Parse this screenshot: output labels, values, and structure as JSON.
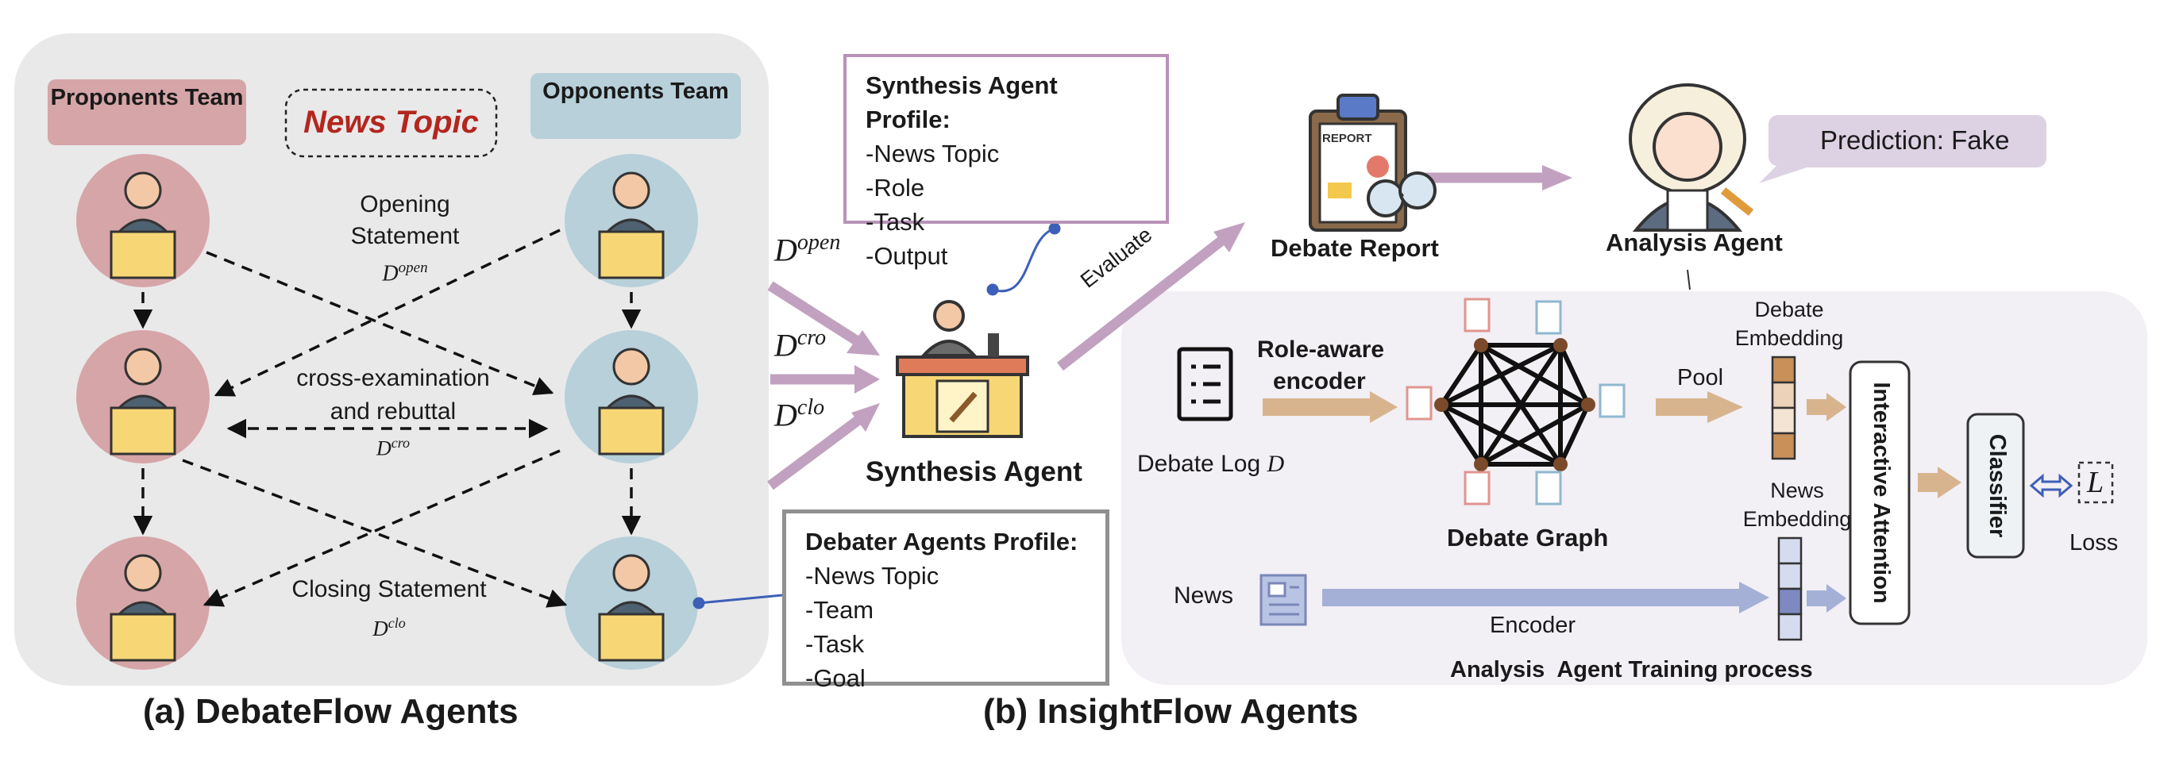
{
  "panel_a": {
    "proponents_team": "Proponents Team",
    "opponents_team": "Opponents Team",
    "news_topic": "News Topic",
    "opening": {
      "line1": "Opening",
      "line2": "Statement",
      "sym": "D",
      "sup": "open"
    },
    "cross": {
      "line1": "cross-examination",
      "line2": "and rebuttal",
      "sym": "D",
      "sup": "cro"
    },
    "closing": {
      "line1": "Closing Statement",
      "sym": "D",
      "sup": "clo"
    },
    "caption": "(a) DebateFlow Agents"
  },
  "flow": {
    "d_open": {
      "sym": "D",
      "sup": "open"
    },
    "d_cro": {
      "sym": "D",
      "sup": "cro"
    },
    "d_clo": {
      "sym": "D",
      "sup": "clo"
    },
    "evaluate": "Evaluate"
  },
  "synthesis_profile": {
    "title": "Synthesis Agent Profile:",
    "items": [
      "-News Topic",
      "-Role",
      "-Task",
      "-Output"
    ]
  },
  "synthesis_agent": "Synthesis Agent",
  "debater_profile": {
    "title": "Debater Agents Profile:",
    "items": [
      "-News Topic",
      "-Team",
      "-Task",
      "-Goal"
    ]
  },
  "debate_report": {
    "label": "Debate Report",
    "clipboard_text": "REPORT"
  },
  "analysis_agent": "Analysis Agent",
  "prediction": "Prediction: Fake",
  "panel_b": {
    "role_aware": {
      "line1": "Role-aware",
      "line2": "encoder"
    },
    "debate_log": {
      "text": "Debate Log",
      "sym": "D"
    },
    "debate_graph": "Debate Graph",
    "pool": "Pool",
    "debate_embedding": {
      "line1": "Debate",
      "line2": "Embedding"
    },
    "news_embedding": {
      "line1": "News",
      "line2": "Embedding"
    },
    "interactive_attention": "Interactive Attention",
    "classifier": "Classifier",
    "loss_symbol": "L",
    "loss": "Loss",
    "news": "News",
    "encoder": "Encoder",
    "training": "Analysis  Agent Training process"
  },
  "caption_b": "(b) InsightFlow Agents",
  "colors": {
    "panel_a_bg": "#e9e9e9",
    "panel_b_bg": "#f2eff5",
    "proponent": "#d6a5a8",
    "opponent": "#b7d0da",
    "flow_arrow": "#c2a1c0",
    "debate_arrow": "#d8b48e",
    "news_arrow": "#a4b0d6",
    "news_topic_red": "#b3261e"
  }
}
